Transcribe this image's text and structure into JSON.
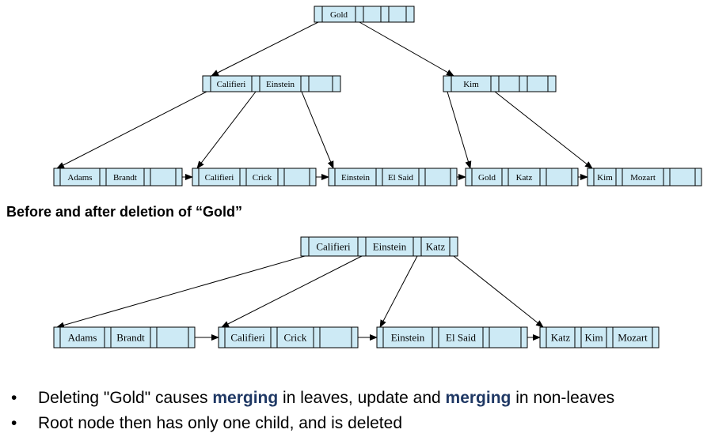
{
  "before_tree": {
    "root": [
      "Gold",
      "",
      ""
    ],
    "internal": [
      [
        "Califieri",
        "Einstein",
        ""
      ],
      [
        "Kim",
        "",
        ""
      ]
    ],
    "leaves": [
      [
        "Adams",
        "Brandt",
        ""
      ],
      [
        "Califieri",
        "Crick",
        ""
      ],
      [
        "Einstein",
        "El Said",
        ""
      ],
      [
        "Gold",
        "Katz",
        ""
      ],
      [
        "Kim",
        "Mozart",
        ""
      ]
    ]
  },
  "caption": "Before and after deletion of “Gold”",
  "after_tree": {
    "root": [
      "Califieri",
      "Einstein",
      "Katz"
    ],
    "leaves": [
      [
        "Adams",
        "Brandt",
        ""
      ],
      [
        "Califieri",
        "Crick",
        ""
      ],
      [
        "Einstein",
        "El Said",
        ""
      ],
      [
        "Katz",
        "Kim",
        "Mozart"
      ]
    ]
  },
  "bullets": [
    {
      "parts": [
        {
          "text": "Deleting \"Gold\" causes ",
          "emphasis": false
        },
        {
          "text": "merging",
          "emphasis": true
        },
        {
          "text": " in leaves, update and ",
          "emphasis": false
        },
        {
          "text": "merging",
          "emphasis": true
        },
        {
          "text": " in non-leaves",
          "emphasis": false
        }
      ]
    },
    {
      "parts": [
        {
          "text": "Root node then has only one child, and is deleted",
          "emphasis": false
        }
      ]
    }
  ],
  "colors": {
    "node_fill": "#cdeaf5",
    "emphasis": "#1f3864"
  },
  "bullet_symbol": "•"
}
